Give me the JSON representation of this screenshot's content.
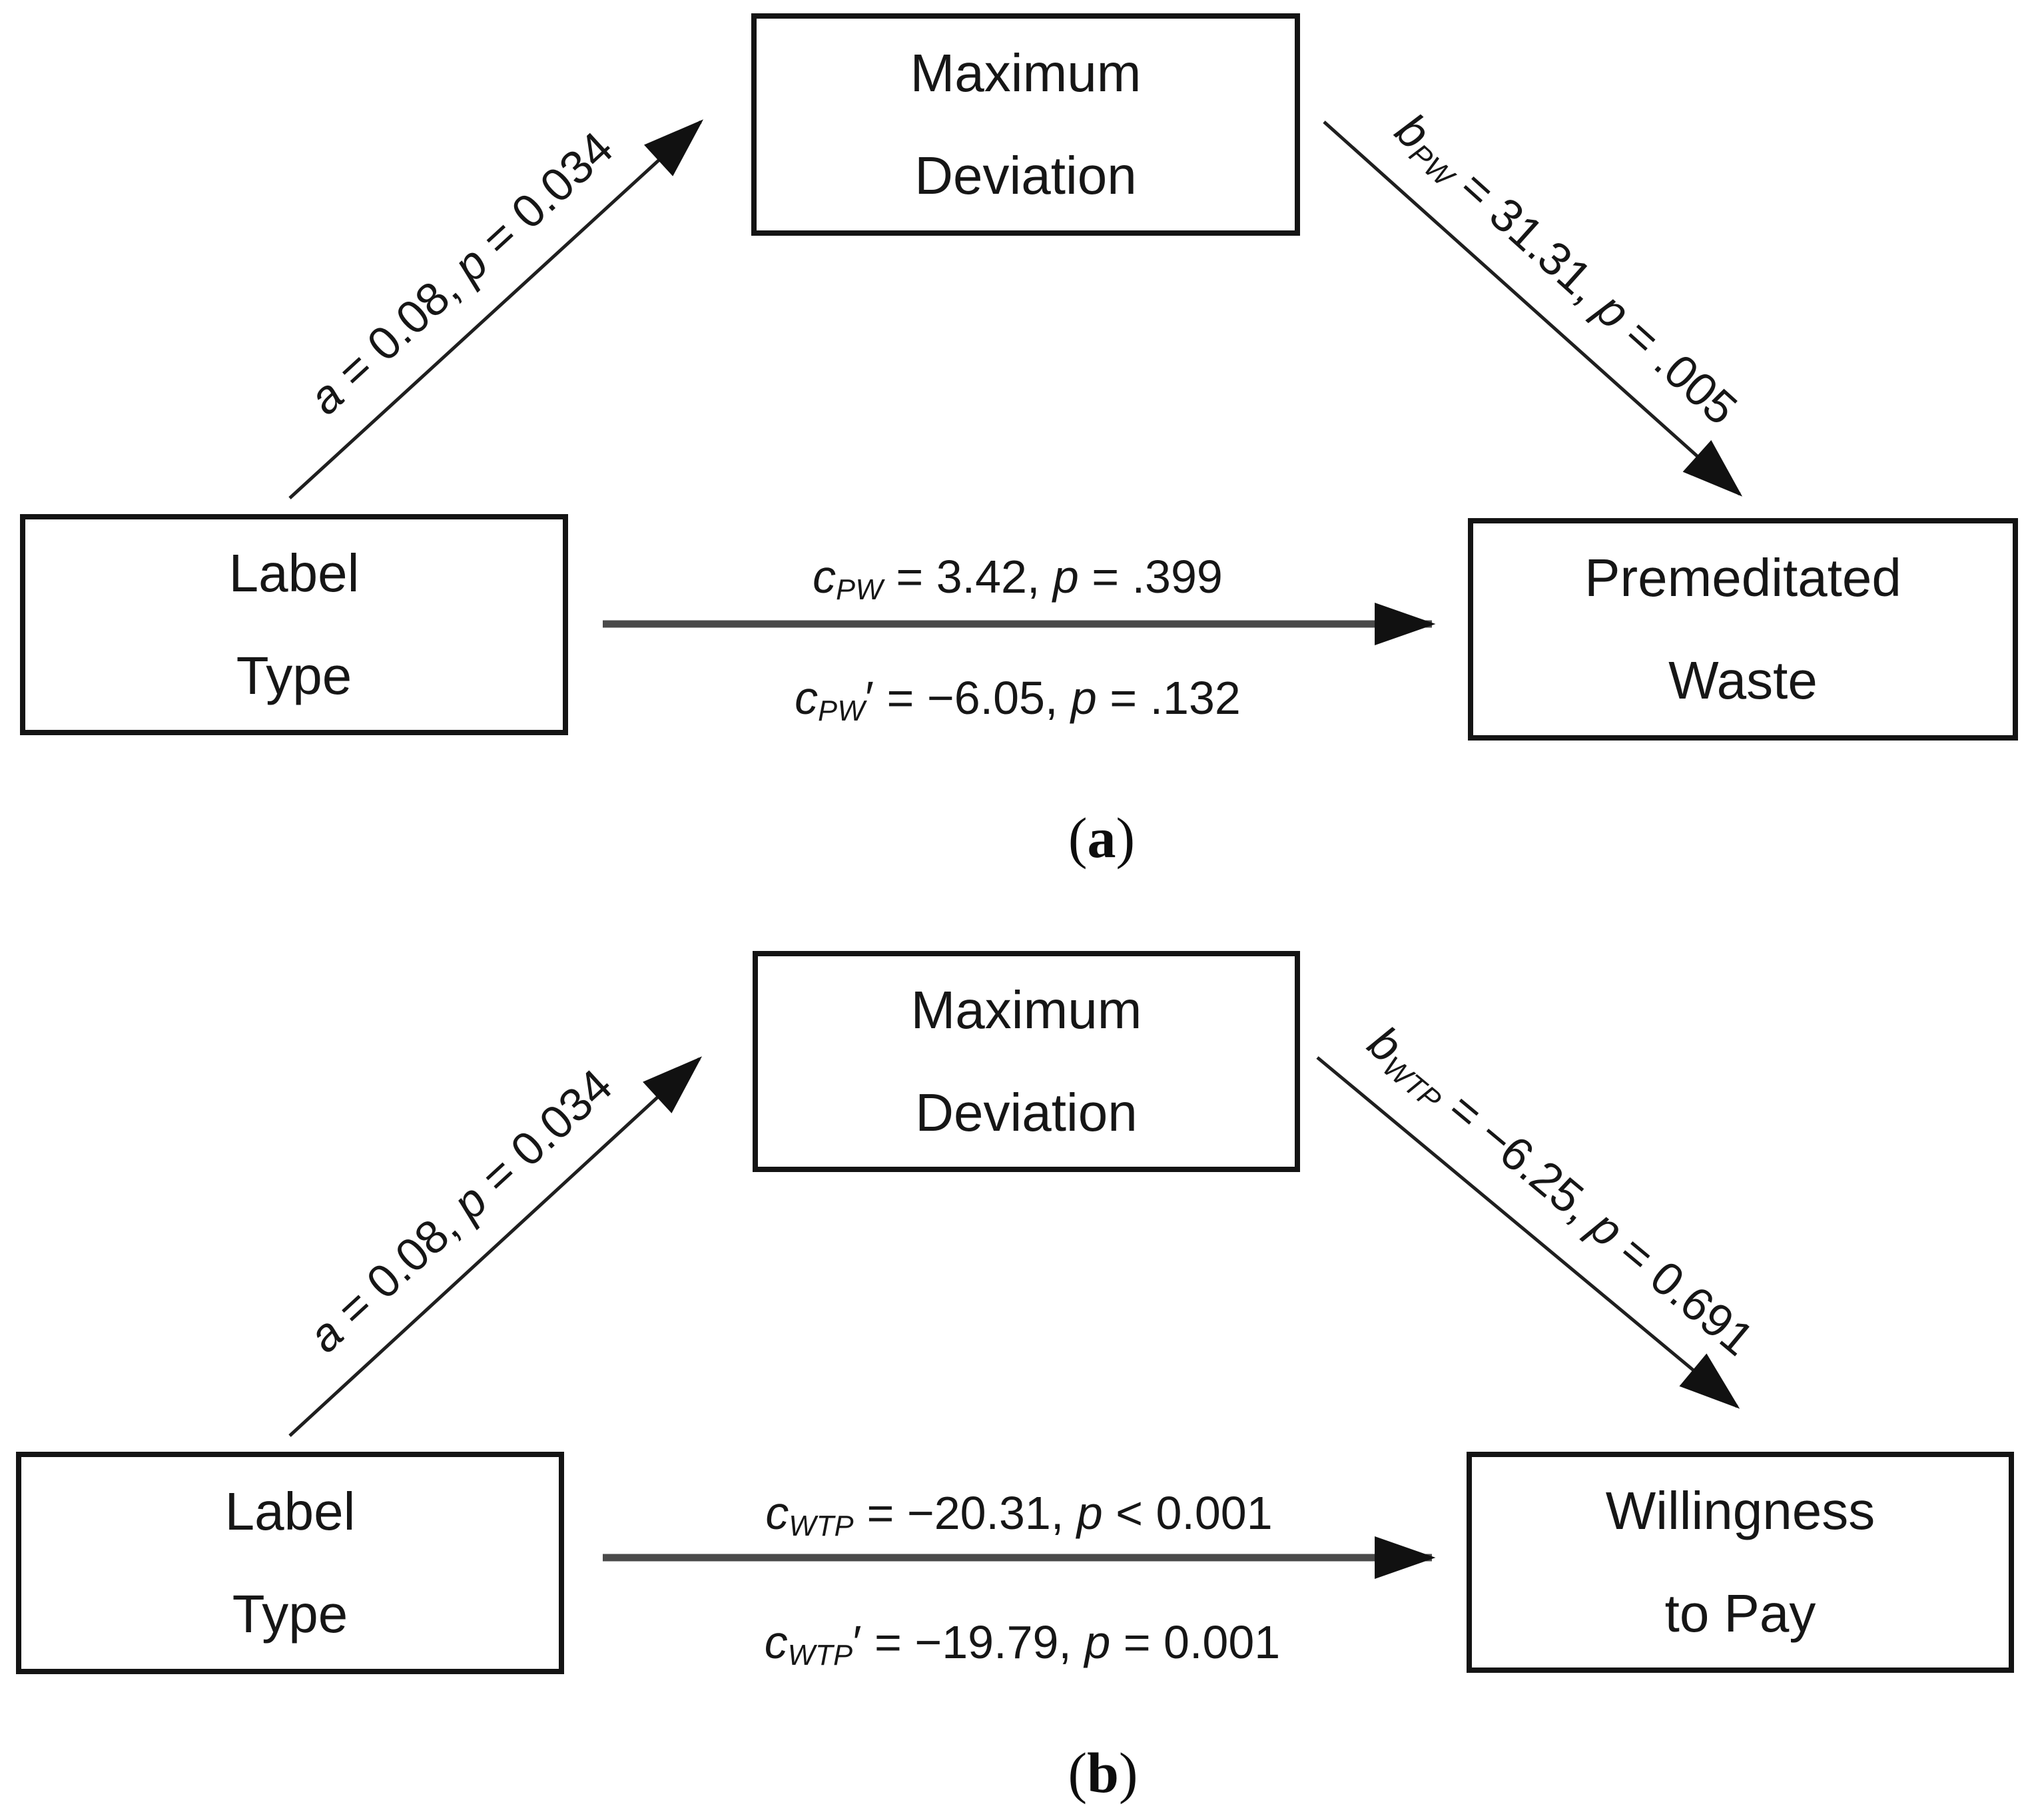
{
  "figure": {
    "panels": [
      {
        "caption": {
          "open": "(",
          "letter": "a",
          "close": ")"
        },
        "boxes": {
          "predictor": {
            "line1": "Label",
            "line2": "Type"
          },
          "mediator": {
            "line1": "Maximum",
            "line2": "Deviation"
          },
          "outcome": {
            "line1": "Premeditated",
            "line2": "Waste"
          }
        },
        "paths": {
          "a": {
            "var": "a",
            "sub": "",
            "prime": "",
            "mid": " = 0.08, ",
            "pvar": "p",
            "tail": " = 0.034"
          },
          "b": {
            "var": "b",
            "sub": "PW",
            "prime": "",
            "mid": " = 31.31, ",
            "pvar": "p",
            "tail": " = .005"
          },
          "c": {
            "var": "c",
            "sub": "PW",
            "prime": "",
            "mid": " = 3.42, ",
            "pvar": "p",
            "tail": " = .399"
          },
          "c_prime": {
            "var": "c",
            "sub": "PW",
            "prime": "′",
            "mid": " = −6.05, ",
            "pvar": "p",
            "tail": " = .132"
          }
        }
      },
      {
        "caption": {
          "open": "(",
          "letter": "b",
          "close": ")"
        },
        "boxes": {
          "predictor": {
            "line1": "Label",
            "line2": "Type"
          },
          "mediator": {
            "line1": "Maximum",
            "line2": "Deviation"
          },
          "outcome": {
            "line1": "Willingness",
            "line2": "to Pay"
          }
        },
        "paths": {
          "a": {
            "var": "a",
            "sub": "",
            "prime": "",
            "mid": " = 0.08, ",
            "pvar": "p",
            "tail": " = 0.034"
          },
          "b": {
            "var": "b",
            "sub": "WTP",
            "prime": "",
            "mid": " = −6.25, ",
            "pvar": "p",
            "tail": " = 0.691"
          },
          "c": {
            "var": "c",
            "sub": "WTP",
            "prime": "",
            "mid": " = −20.31, ",
            "pvar": "p",
            "tail": " < 0.001"
          },
          "c_prime": {
            "var": "c",
            "sub": "WTP",
            "prime": "′",
            "mid": " = −19.79, ",
            "pvar": "p",
            "tail": " = 0.001"
          }
        }
      }
    ],
    "colors": {
      "box_border": "#141414",
      "diagonal_arrow": "#1f1f1f",
      "direct_arrow": "#4a4a4a",
      "arrowhead": "#111111",
      "text": "#161616",
      "background": "#ffffff"
    }
  }
}
